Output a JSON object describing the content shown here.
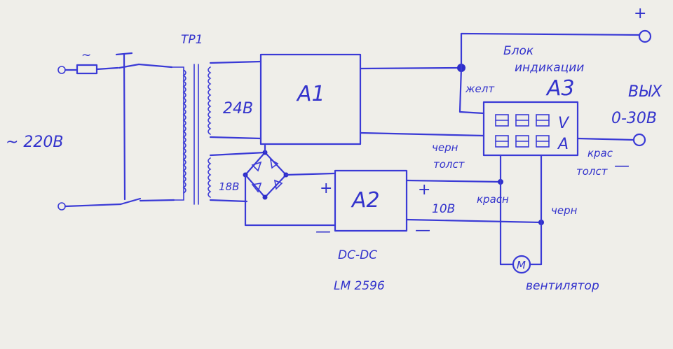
{
  "mains": {
    "label": "~ 220В",
    "fuse_symbol": "~"
  },
  "transformer": {
    "label": "ТР1",
    "winding_24": "24В",
    "winding_18": "18В"
  },
  "blocks": {
    "a1": "А1",
    "a2": "А2",
    "a3": "А3",
    "a2_caption_1": "DC-DC",
    "a2_caption_2": "LM 2596"
  },
  "indication": {
    "title_1": "Блок",
    "title_2": "индикации",
    "v_unit": "V",
    "a_unit": "A"
  },
  "labels": {
    "zhelt": "желт",
    "chern_tolst_1": "черн",
    "chern_tolst_2": "толст",
    "kras_tolst_1": "крас",
    "kras_tolst_2": "толст",
    "krasn": "красн",
    "chern": "черн",
    "v10": "10В",
    "plus_a2_in": "+",
    "minus_a2_in": "—",
    "plus_a2_out": "+",
    "minus_a2_out": "—",
    "fan": "вентилятор",
    "fan_symbol": "M"
  },
  "output": {
    "plus": "+",
    "minus": "—",
    "label_1": "ВЫХ",
    "label_2": "0-30В"
  }
}
